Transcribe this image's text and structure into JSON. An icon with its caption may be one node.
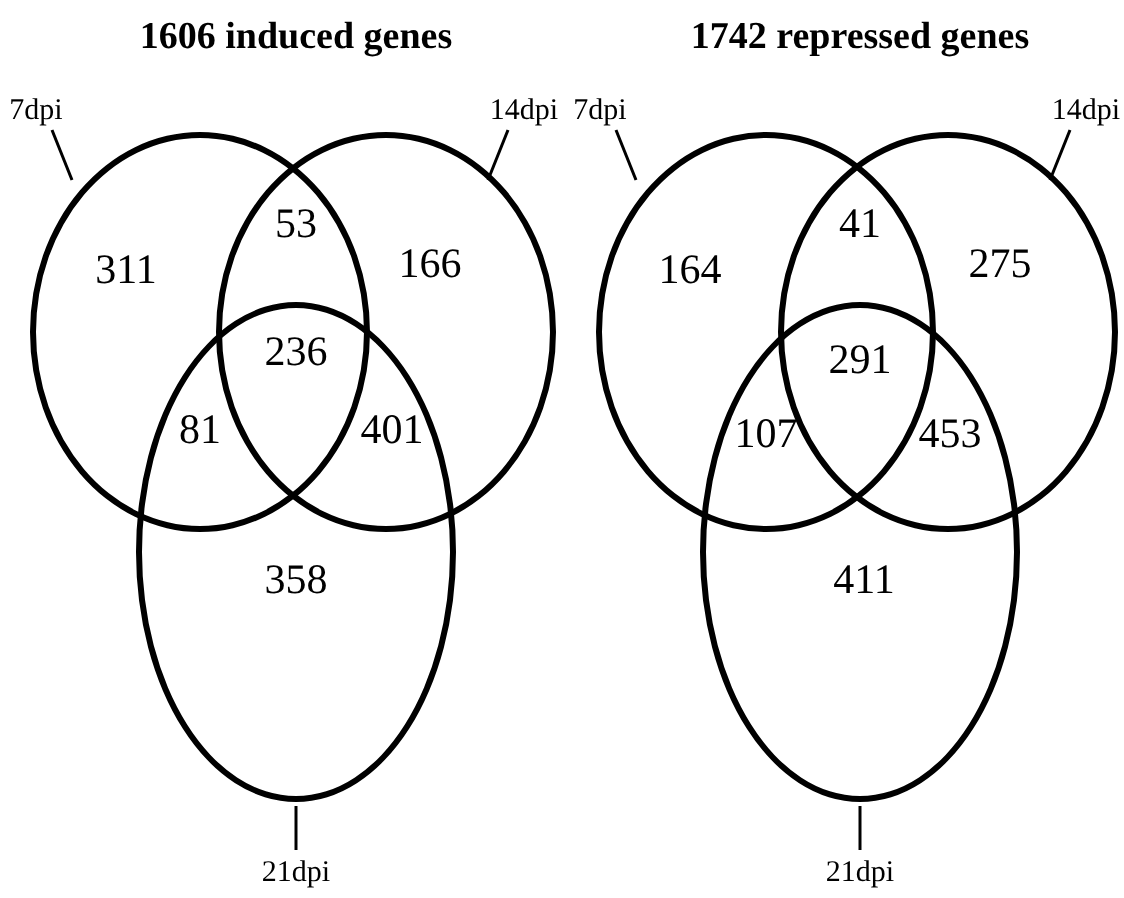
{
  "diagram": {
    "nodes": [
      {
        "text": [],
        "shape": "circle",
        "beside": [
          "7dpi"
        ]
      },
      {
        "text": [],
        "shape": "circle",
        "beside": [
          "14dpi"
        ]
      },
      {
        "text": [],
        "shape": "circle",
        "beside": [
          "21dpi"
        ]
      },
      {
        "text": [],
        "shape": "circle",
        "beside": [
          "7dpi"
        ]
      },
      {
        "text": [],
        "shape": "circle",
        "beside": [
          "14dpi"
        ]
      },
      {
        "text": [],
        "shape": "circle",
        "beside": [
          "21dpi"
        ]
      }
    ],
    "edges": [],
    "labels": [
      "1606 induced genes",
      "311",
      "53",
      "166",
      "236",
      "81",
      "401",
      "358",
      "1742 repressed genes",
      "164",
      "41",
      "275",
      "291",
      "107",
      "453",
      "411"
    ]
  }
}
